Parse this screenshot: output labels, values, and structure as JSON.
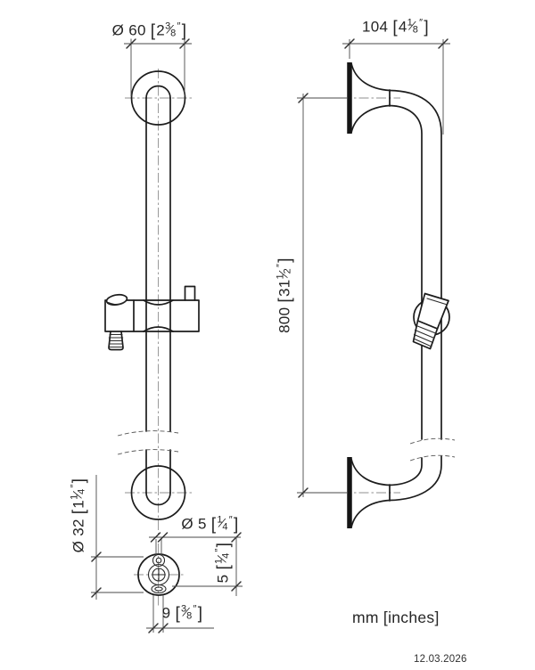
{
  "style": {
    "line_color": "#1c1c1c",
    "background": "#ffffff"
  },
  "notation": {
    "bracket_open": "[",
    "bracket_close": "]",
    "inch_mark": "″",
    "fraction_slash": "⁄"
  },
  "dimensions": {
    "top_flange_diameter": {
      "metric": "Ø 60",
      "inch_whole": "2",
      "inch_num": "3",
      "inch_den": "8"
    },
    "wall_to_bar_offset": {
      "metric": "104",
      "inch_whole": "4",
      "inch_num": "1",
      "inch_den": "8"
    },
    "rail_length": {
      "metric": "800",
      "inch_whole": "31",
      "inch_num": "1",
      "inch_den": "2"
    },
    "base_plate_diameter": {
      "metric": "Ø 32",
      "inch_whole": "1",
      "inch_num": "1",
      "inch_den": "4"
    },
    "pin_hole_diameter": {
      "metric": "Ø 5",
      "inch_whole": "",
      "inch_num": "1",
      "inch_den": "4"
    },
    "pin_hole_offset": {
      "metric": "5",
      "inch_whole": "",
      "inch_num": "1",
      "inch_den": "4"
    },
    "slot_width": {
      "metric": "9",
      "inch_whole": "",
      "inch_num": "3",
      "inch_den": "8"
    }
  },
  "footer": {
    "units_note": "mm [inches]",
    "date": "12.03.2026"
  }
}
